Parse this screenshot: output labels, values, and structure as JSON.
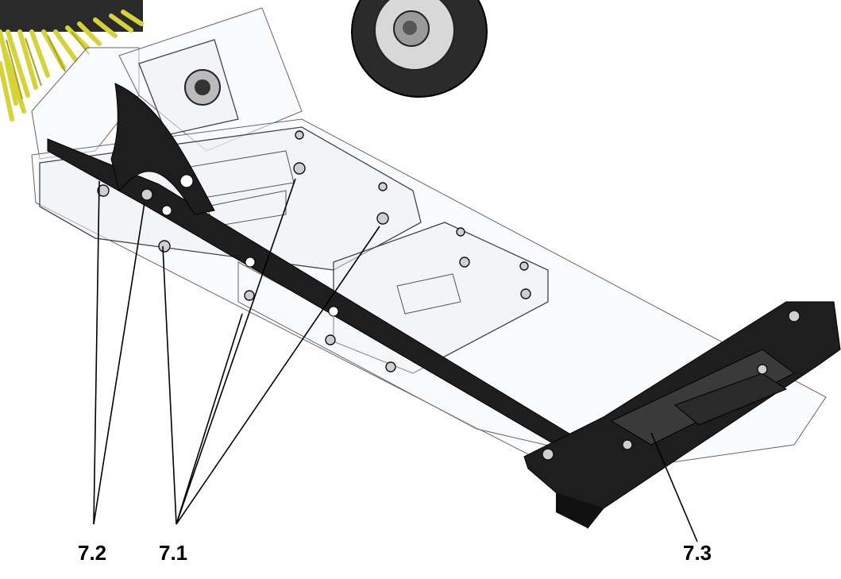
{
  "callouts": {
    "label_7_2": "7.2",
    "label_7_1": "7.1",
    "label_7_3": "7.3"
  },
  "colors": {
    "background": "#ffffff",
    "line": "#000000",
    "dark_part": "#1e1e1e",
    "brush": "#e3e04a"
  }
}
